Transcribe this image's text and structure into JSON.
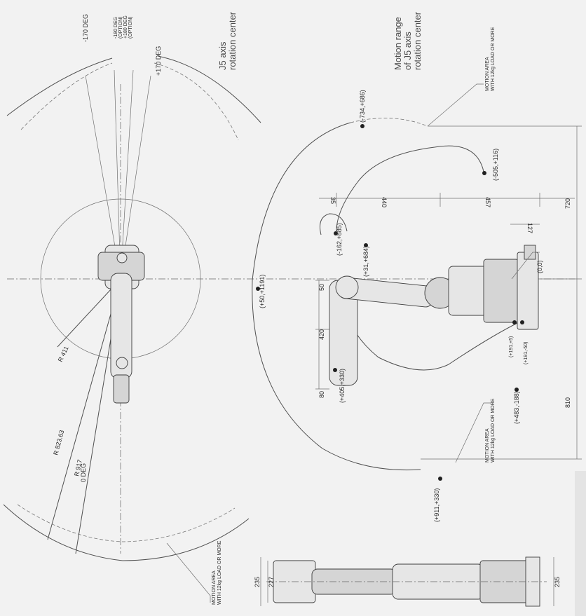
{
  "headings": {
    "j5_center_1": "J5 axis",
    "j5_center_2": "rotation center",
    "motion_range_1": "Motion range",
    "motion_range_2": "of J5 axis",
    "motion_range_3": "rotation center"
  },
  "top_view": {
    "angle_neg170": "-170 DEG",
    "angle_neg180": "-180 DEG",
    "option_1": "(OPTION)",
    "angle_pos180": "+180 DEG",
    "option_2": "(OPTION)",
    "angle_pos170": "+170 DEG",
    "angle_0": "0 DEG",
    "radius_411": "R 411",
    "radius_823": "R 823.63",
    "radius_917": "R 917",
    "motion_area_1": "MOTION AREA",
    "motion_area_2": "WITH 12kg LOAD OR MORE"
  },
  "side_view": {
    "coords": {
      "c1": "(-734,+686)",
      "c2": "(-505,+116)",
      "c3": "(-162,+885)",
      "c4": "(+31,+684)",
      "c5": "(+50,+1191)",
      "c6": "(0,0)",
      "c7": "(+191,+5)",
      "c8": "(+191,-50)",
      "c9": "(+405,+330)",
      "c10": "(+483,-188)",
      "c11": "(+911,+330)"
    },
    "dims": {
      "d35": "35",
      "d440": "440",
      "d457": "457",
      "d127": "127",
      "d720": "720",
      "d50": "50",
      "d420": "420",
      "d80": "80",
      "d810": "810"
    },
    "motion_area_top_1": "MOTION AREA",
    "motion_area_top_2": "WITH 12kg LOAD OR MORE",
    "motion_area_bottom_1": "MOTION AREA",
    "motion_area_bottom_2": "WITH 12kg LOAD OR MORE"
  },
  "bottom_view": {
    "d235_left": "235",
    "d227": "227",
    "d235_right": "235"
  }
}
